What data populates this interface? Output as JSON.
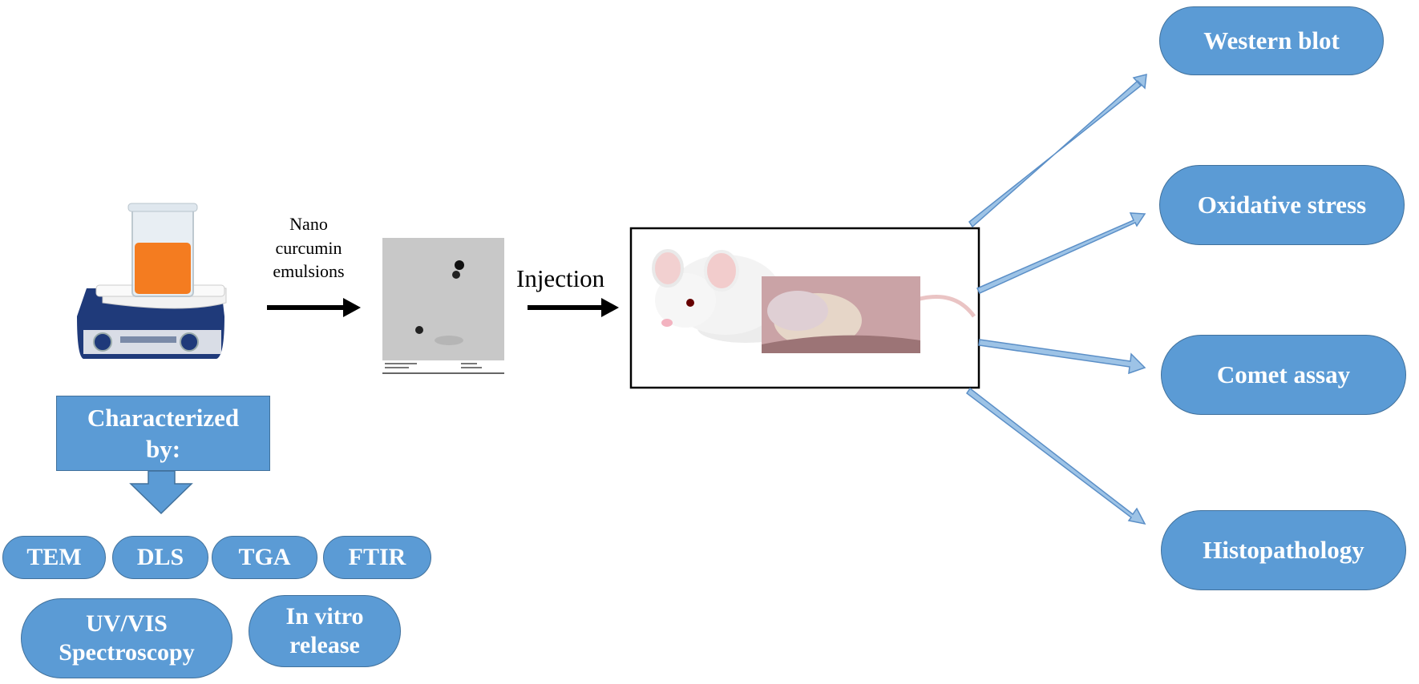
{
  "labels": {
    "nano_line1": "Nano",
    "nano_line2": "curcumin",
    "nano_line3": "emulsions",
    "injection": "Injection",
    "characterized_line1": "Characterized",
    "characterized_line2": "by:"
  },
  "characterization_methods": [
    "TEM",
    "DLS",
    "TGA",
    "FTIR"
  ],
  "characterization_extra": [
    {
      "line1": "UV/VIS",
      "line2": "Spectroscopy"
    },
    {
      "line1": "In vitro",
      "line2": "release"
    }
  ],
  "outcomes": [
    "Western blot",
    "Oxidative stress",
    "Comet assay",
    "Histopathology"
  ],
  "colors": {
    "pill_fill": "#5b9bd5",
    "pill_border": "#41719c",
    "arrow_fill": "#9dc3e6",
    "arrow_stroke": "#5b8fc7",
    "emulsion_orange": "#f47c20"
  }
}
